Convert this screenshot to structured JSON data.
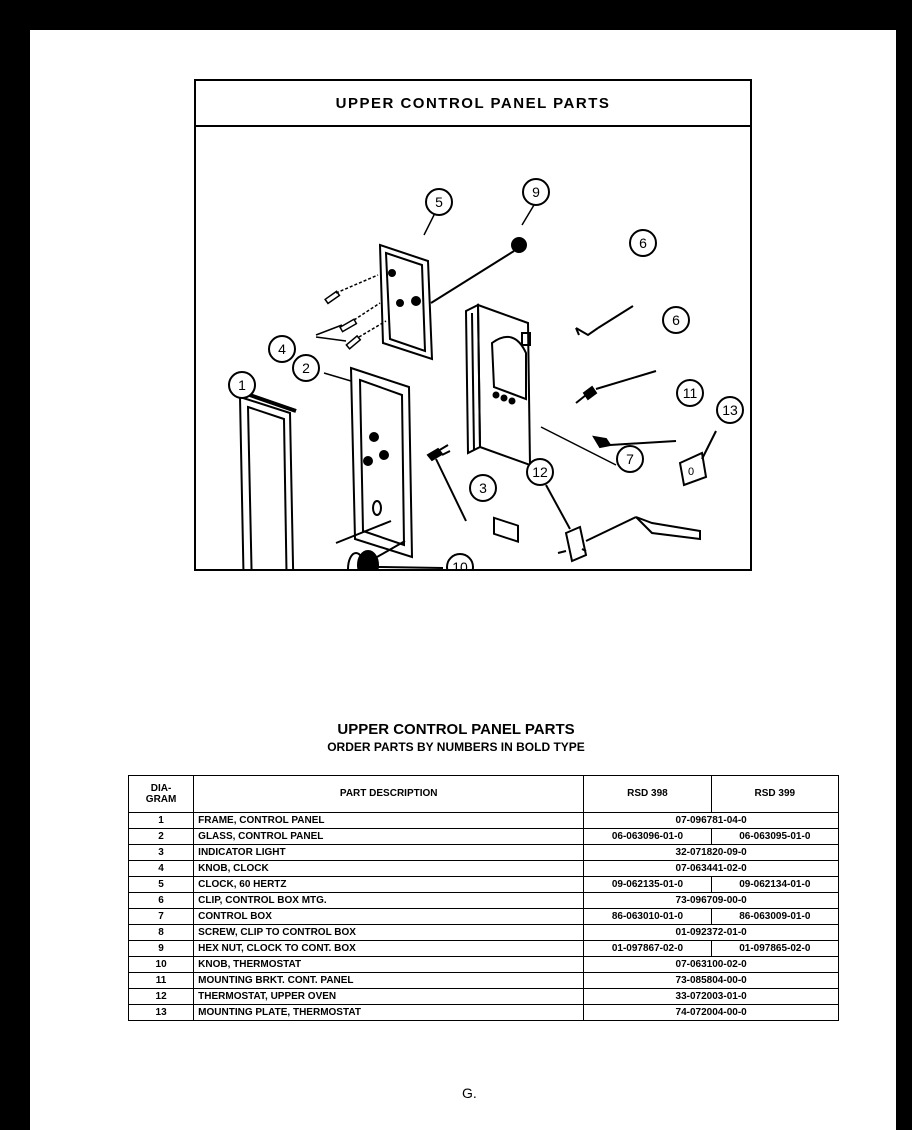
{
  "diagram": {
    "title": "UPPER CONTROL PANEL PARTS",
    "callouts": [
      "1",
      "2",
      "3",
      "4",
      "5",
      "6",
      "6",
      "7",
      "9",
      "10",
      "11",
      "12",
      "13"
    ]
  },
  "parts_list": {
    "title": "UPPER CONTROL PANEL PARTS",
    "subtitle": "ORDER PARTS BY NUMBERS IN BOLD TYPE",
    "headers": {
      "diagram": "DIA-\nGRAM",
      "description": "PART DESCRIPTION",
      "model_a": "RSD 398",
      "model_b": "RSD 399"
    },
    "rows": [
      {
        "num": "1",
        "desc": "FRAME, CONTROL PANEL",
        "shared": "07-096781-04-0"
      },
      {
        "num": "2",
        "desc": "GLASS, CONTROL PANEL",
        "a": "06-063096-01-0",
        "b": "06-063095-01-0"
      },
      {
        "num": "3",
        "desc": "INDICATOR LIGHT",
        "shared": "32-071820-09-0"
      },
      {
        "num": "4",
        "desc": "KNOB, CLOCK",
        "shared": "07-063441-02-0"
      },
      {
        "num": "5",
        "desc": "CLOCK, 60 HERTZ",
        "a": "09-062135-01-0",
        "b": "09-062134-01-0"
      },
      {
        "num": "6",
        "desc": "CLIP, CONTROL BOX MTG.",
        "shared": "73-096709-00-0"
      },
      {
        "num": "7",
        "desc": "CONTROL BOX",
        "a": "86-063010-01-0",
        "b": "86-063009-01-0"
      },
      {
        "num": "8",
        "desc": "SCREW, CLIP TO CONTROL BOX",
        "shared": "01-092372-01-0"
      },
      {
        "num": "9",
        "desc": "HEX NUT, CLOCK TO CONT. BOX",
        "a": "01-097867-02-0",
        "b": "01-097865-02-0"
      },
      {
        "num": "10",
        "desc": "KNOB, THERMOSTAT",
        "shared": "07-063100-02-0"
      },
      {
        "num": "11",
        "desc": "MOUNTING BRKT. CONT. PANEL",
        "shared": "73-085804-00-0"
      },
      {
        "num": "12",
        "desc": "THERMOSTAT, UPPER OVEN",
        "shared": "33-072003-01-0"
      },
      {
        "num": "13",
        "desc": "MOUNTING PLATE, THERMOSTAT",
        "shared": "74-072004-00-0"
      }
    ]
  },
  "footer_mark": "G."
}
